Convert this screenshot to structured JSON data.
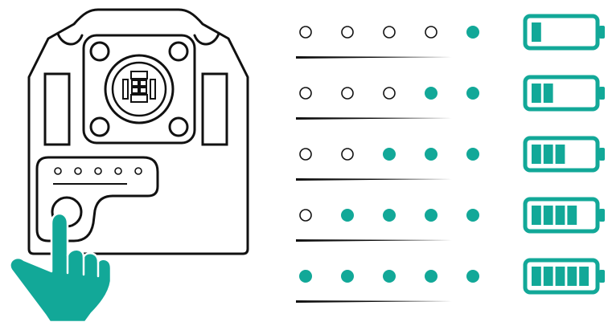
{
  "colors": {
    "accent": "#12a898",
    "outline": "#111111",
    "background": "#ffffff"
  },
  "icons": {
    "device": "device-body-icon",
    "hand": "pointing-hand-icon",
    "button": "power-button-icon",
    "battery": "battery-icon"
  },
  "device_panel": {
    "indicator_dots": 5,
    "indicator_lit": 0
  },
  "charge_levels": [
    {
      "lit_dots": 1,
      "total_dots": 5,
      "battery_bars": 1,
      "battery_capacity": 5
    },
    {
      "lit_dots": 2,
      "total_dots": 5,
      "battery_bars": 2,
      "battery_capacity": 5
    },
    {
      "lit_dots": 3,
      "total_dots": 5,
      "battery_bars": 3,
      "battery_capacity": 5
    },
    {
      "lit_dots": 4,
      "total_dots": 5,
      "battery_bars": 4,
      "battery_capacity": 5
    },
    {
      "lit_dots": 5,
      "total_dots": 5,
      "battery_bars": 5,
      "battery_capacity": 5
    }
  ]
}
